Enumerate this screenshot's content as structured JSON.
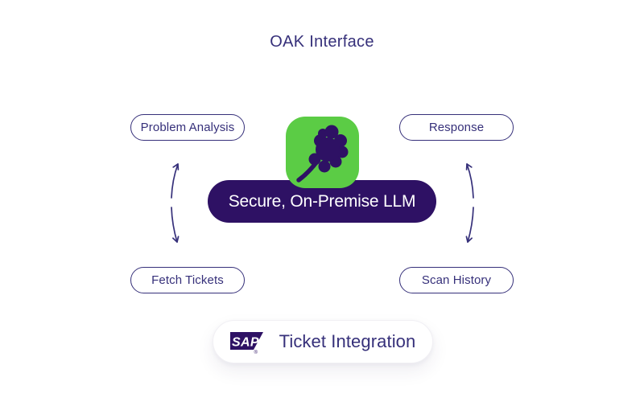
{
  "title": "OAK Interface",
  "colors": {
    "ink": "#36307A",
    "deep_purple": "#2E1164",
    "green": "#5BCC45",
    "background": "#FFFFFF"
  },
  "nodes": {
    "problem_analysis": {
      "label": "Problem Analysis"
    },
    "response": {
      "label": "Response"
    },
    "fetch_tickets": {
      "label": "Fetch Tickets"
    },
    "scan_history": {
      "label": "Scan History"
    }
  },
  "center": {
    "label": "Secure, On-Premise LLM",
    "icon": "oak-leaf-icon"
  },
  "arrows": {
    "left": "bidirectional-curved-arrow",
    "right": "bidirectional-curved-arrow"
  },
  "integration": {
    "logo_text": "SAP",
    "registered_mark": "®",
    "label": "Ticket Integration"
  }
}
